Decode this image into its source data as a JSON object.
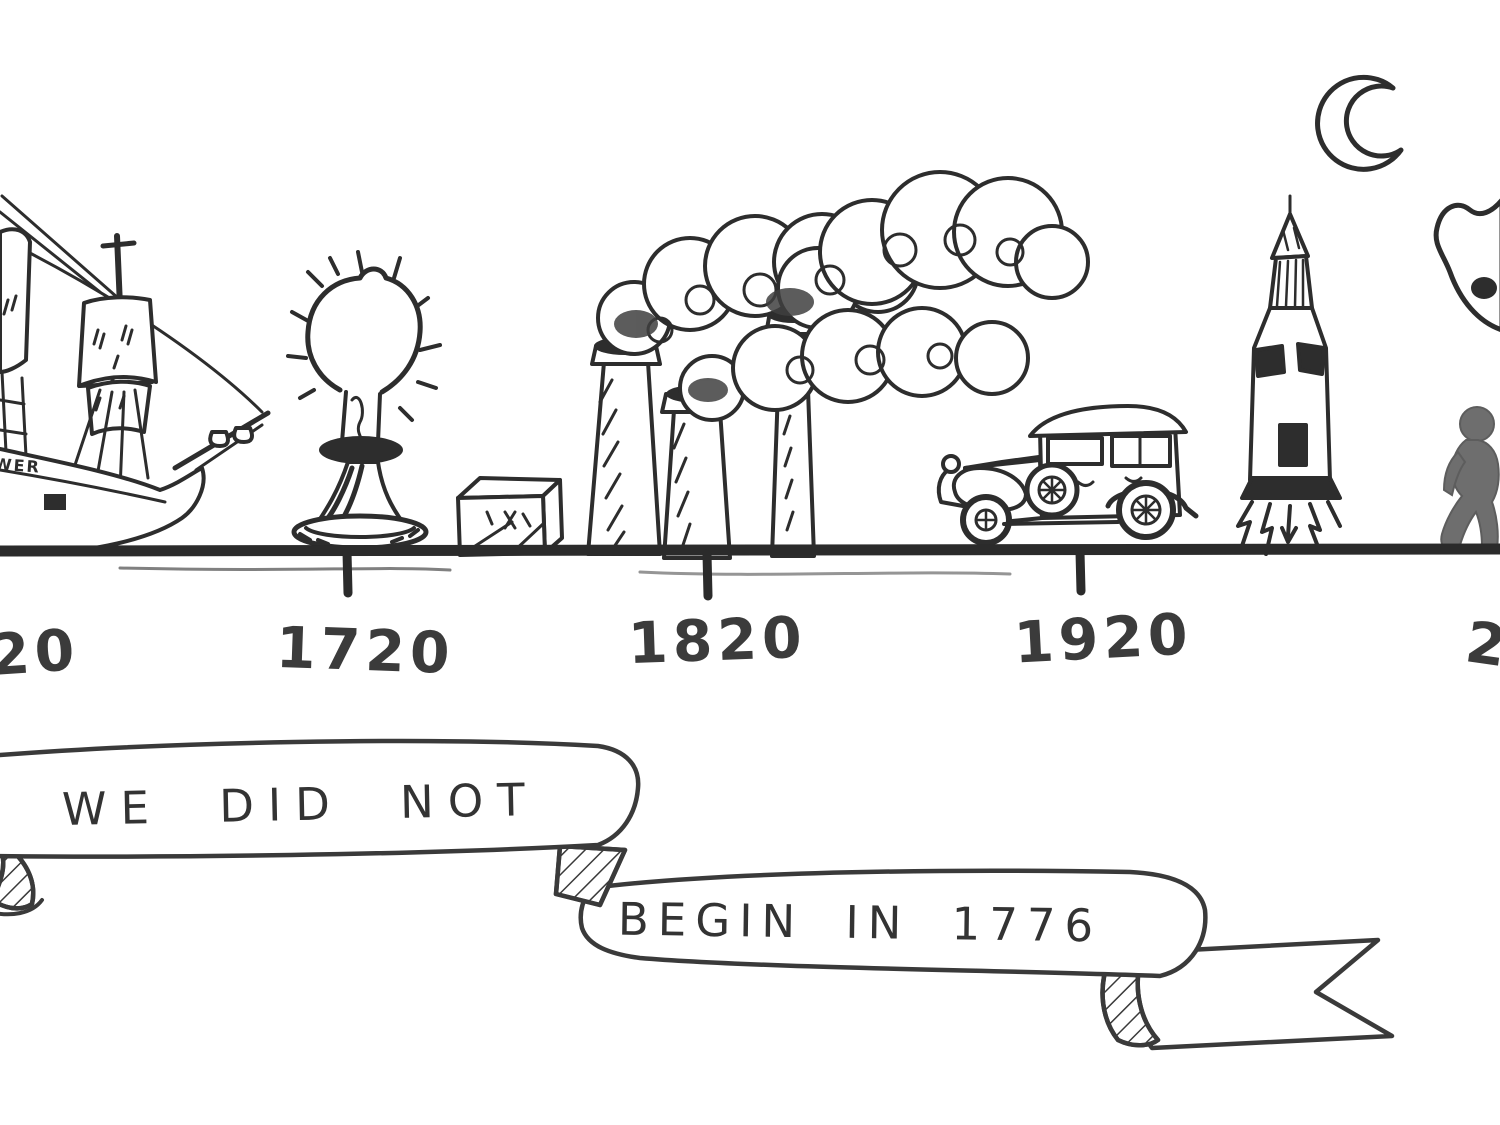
{
  "title": "Hand-drawn history timeline: We did not begin in 1776",
  "timeline": {
    "labels": [
      {
        "text": "20"
      },
      {
        "text": "1720"
      },
      {
        "text": "1820"
      },
      {
        "text": "1920"
      },
      {
        "text": "2"
      }
    ]
  },
  "ship": {
    "hull_text": "WER"
  },
  "banner": {
    "line1": "WE DID NOT",
    "line2": "BEGIN IN 1776"
  },
  "icons": [
    "sailing-ship-icon",
    "light-bulb-icon",
    "crate-icon",
    "smokestacks-icon",
    "vintage-car-icon",
    "rocket-icon",
    "crescent-moon-icon",
    "blob-shape-icon",
    "walking-person-icon"
  ],
  "colors": {
    "ink": "#2d2d2d",
    "figure_gray": "#6e6e6e",
    "background": "#ffffff"
  }
}
